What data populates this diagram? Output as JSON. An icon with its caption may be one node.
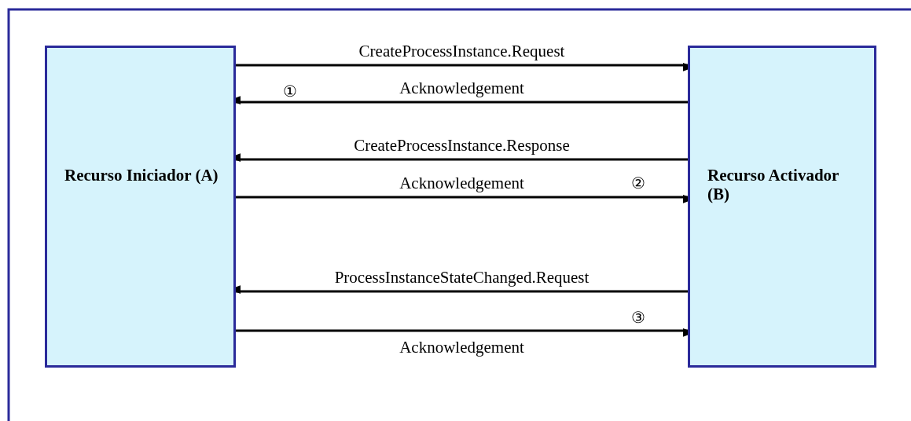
{
  "diagram": {
    "nodes": [
      {
        "text": [
          "Recurso Iniciador (A)"
        ]
      },
      {
        "text": [
          "Recurso Activador (B)"
        ]
      }
    ],
    "edges": [
      {
        "from": 0,
        "to": 1,
        "arrow": "to",
        "label": "CreateProcessInstance.Request"
      },
      {
        "from": 1,
        "to": 0,
        "arrow": "to",
        "label": "Acknowledgement"
      },
      {
        "from": 1,
        "to": 0,
        "arrow": "to",
        "label": "CreateProcessInstance.Response"
      },
      {
        "from": 0,
        "to": 1,
        "arrow": "to",
        "label": "Acknowledgement"
      },
      {
        "from": 1,
        "to": 0,
        "arrow": "to",
        "label": "ProcessInstanceStateChanged.Request"
      },
      {
        "from": 0,
        "to": 1,
        "arrow": "to",
        "label": "Acknowledgement"
      }
    ],
    "labels": [
      "①",
      "②",
      "③"
    ]
  }
}
